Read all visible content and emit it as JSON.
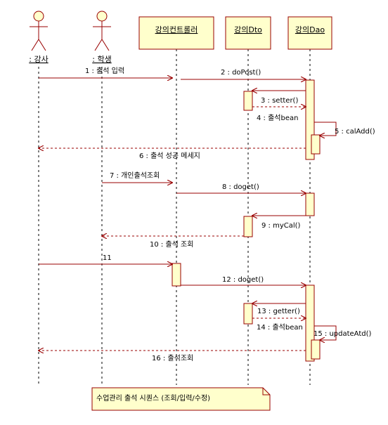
{
  "diagram": {
    "actors": [
      {
        "id": "lecturer",
        "label": ": 강사"
      },
      {
        "id": "student",
        "label": ": 학생"
      }
    ],
    "objects": [
      {
        "id": "controller",
        "label": "강의컨트롤러"
      },
      {
        "id": "dto",
        "label": "강의Dto"
      },
      {
        "id": "dao",
        "label": "강의Dao"
      }
    ],
    "messages": [
      {
        "id": "m1",
        "label": "1 : 출석 입력",
        "from": "lecturer",
        "to": "controller",
        "kind": "sync"
      },
      {
        "id": "m2",
        "label": "2 : doPost()",
        "from": "controller",
        "to": "dao",
        "kind": "sync"
      },
      {
        "id": "m3",
        "label": "3 : setter()",
        "from": "dao",
        "to": "dto",
        "kind": "sync"
      },
      {
        "id": "m4",
        "label": "4 : 출석bean",
        "from": "dto",
        "to": "dao",
        "kind": "return"
      },
      {
        "id": "m5",
        "label": "5 : calAdd()",
        "from": "dao",
        "to": "dao",
        "kind": "self"
      },
      {
        "id": "m6",
        "label": "6 : 출석 성공 메세지",
        "from": "dao",
        "to": "lecturer",
        "kind": "return"
      },
      {
        "id": "m7",
        "label": "7 : 개인출석조회",
        "from": "student",
        "to": "controller",
        "kind": "sync"
      },
      {
        "id": "m8",
        "label": "8 : doget()",
        "from": "controller",
        "to": "dao",
        "kind": "sync"
      },
      {
        "id": "m9",
        "label": "9 : myCal()",
        "from": "dao",
        "to": "dto",
        "kind": "sync"
      },
      {
        "id": "m10",
        "label": "10 : 출석 조회",
        "from": "dto",
        "to": "student",
        "kind": "return"
      },
      {
        "id": "m11",
        "label": "11",
        "from": "lecturer",
        "to": "controller",
        "kind": "sync"
      },
      {
        "id": "m12",
        "label": "12 : doget()",
        "from": "controller",
        "to": "dao",
        "kind": "sync"
      },
      {
        "id": "m13",
        "label": "13 : getter()",
        "from": "dao",
        "to": "dto",
        "kind": "sync"
      },
      {
        "id": "m14",
        "label": "14 : 출석bean",
        "from": "dto",
        "to": "dao",
        "kind": "return"
      },
      {
        "id": "m15",
        "label": "15 : updateAtd()",
        "from": "dao",
        "to": "dao",
        "kind": "self"
      },
      {
        "id": "m16",
        "label": "16 : 출석조회",
        "from": "dao",
        "to": "lecturer",
        "kind": "return"
      }
    ],
    "note": "수업관리 출석 시퀀스 (조회/입력/수정)"
  },
  "colors": {
    "box_fill": "#ffffcc",
    "box_stroke": "#990000",
    "arrow": "#990000",
    "lifeline": "#000000",
    "text": "#000000"
  }
}
